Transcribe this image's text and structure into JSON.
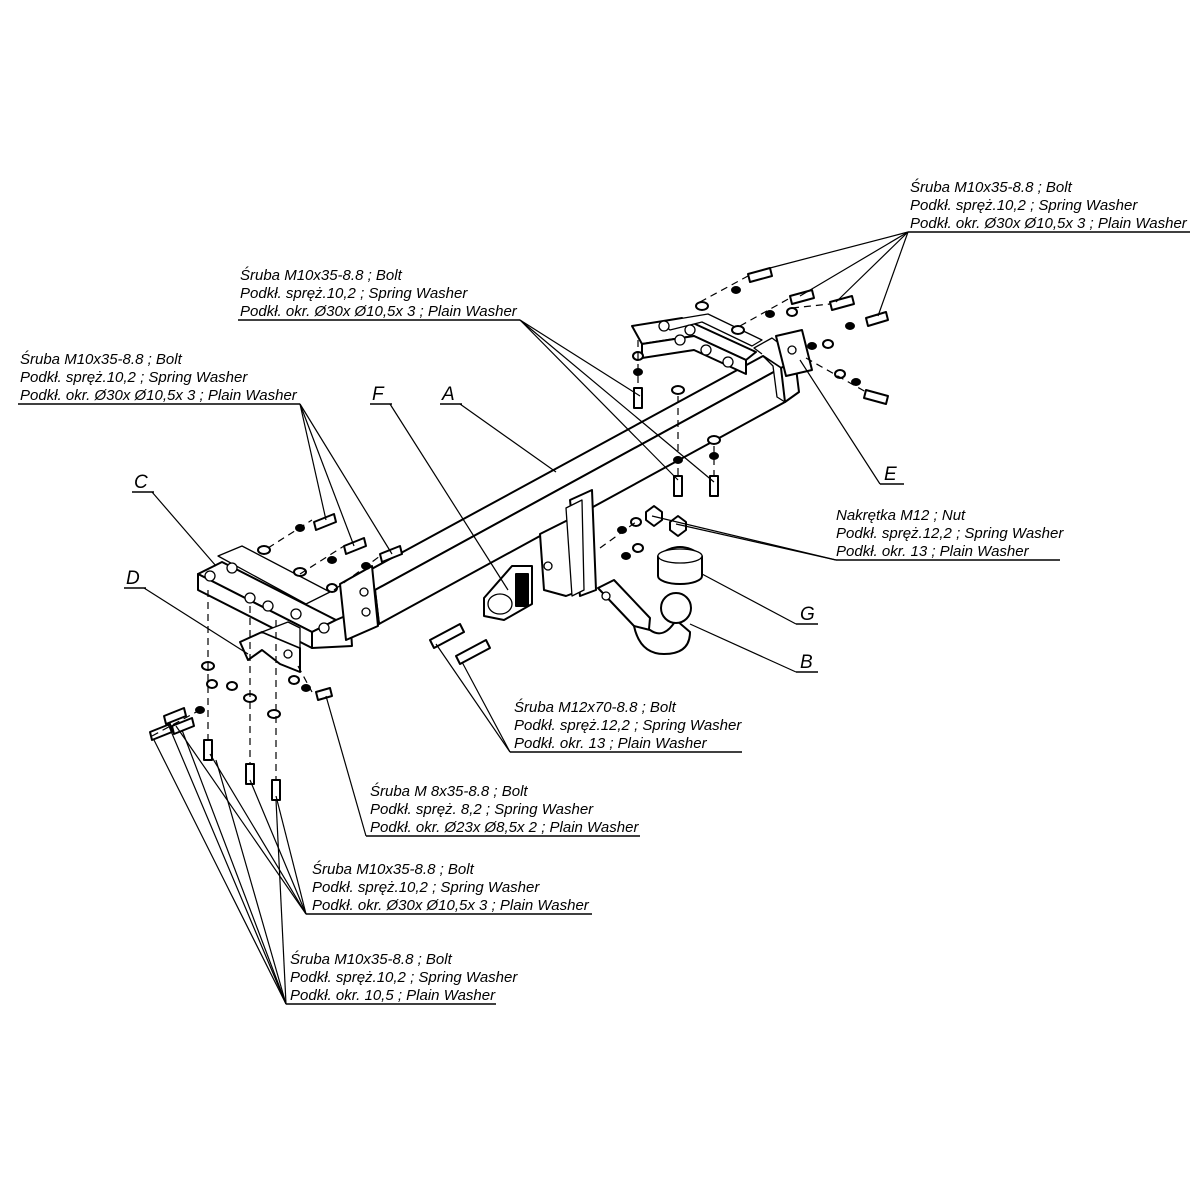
{
  "callouts": {
    "top_right": [
      "Śruba M10x35-8.8 ;  Bolt",
      "Podkł. spręż.10,2 ; Spring Washer",
      "Podkł. okr. Ø30x Ø10,5x 3 ; Plain Washer"
    ],
    "top_center": [
      "Śruba M10x35-8.8 ;  Bolt",
      "Podkł. spręż.10,2 ; Spring Washer",
      "Podkł. okr. Ø30x Ø10,5x 3 ; Plain Washer"
    ],
    "left": [
      "Śruba M10x35-8.8 ;  Bolt",
      "Podkł. spręż.10,2 ; Spring Washer",
      "Podkł. okr. Ø30x Ø10,5x 3 ; Plain Washer"
    ],
    "nut": [
      "Nakrętka  M12 ; Nut",
      "Podkł. spręż.12,2 ; Spring Washer",
      "Podkł. okr. 13 ; Plain Washer"
    ],
    "m12_bolt": [
      "Śruba M12x70-8.8 ;  Bolt",
      "Podkł. spręż.12,2 ; Spring Washer",
      "Podkł. okr. 13 ; Plain Washer"
    ],
    "m8_bolt": [
      "Śruba M 8x35-8.8 ;  Bolt",
      "Podkł. spręż. 8,2 ; Spring Washer",
      "Podkł. okr. Ø23x Ø8,5x 2 ; Plain Washer"
    ],
    "bottom_1": [
      "Śruba M10x35-8.8 ;  Bolt",
      "Podkł. spręż.10,2 ; Spring Washer",
      "Podkł. okr. Ø30x Ø10,5x 3 ; Plain Washer"
    ],
    "bottom_2": [
      "Śruba M10x35-8.8 ;  Bolt",
      "Podkł. spręż.10,2 ; Spring Washer",
      "Podkł. okr. 10,5 ; Plain Washer"
    ]
  },
  "part_letters": {
    "A": "A",
    "B": "B",
    "C": "C",
    "D": "D",
    "E": "E",
    "F": "F",
    "G": "G"
  }
}
